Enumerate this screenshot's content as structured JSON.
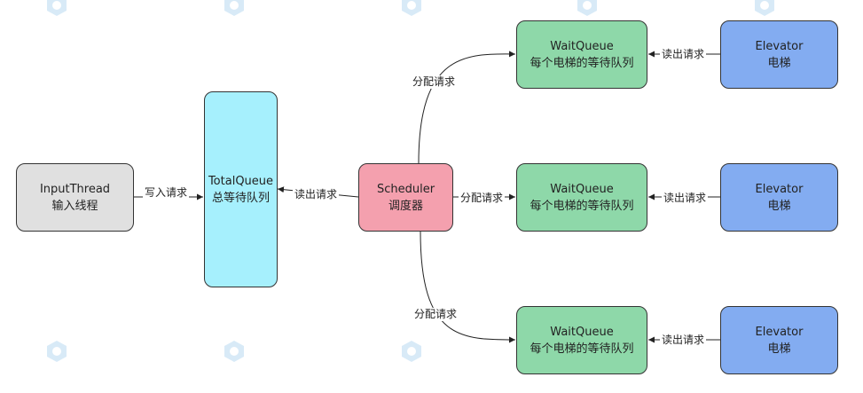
{
  "nodes": {
    "input_thread": {
      "line1": "InputThread",
      "line2": "输入线程"
    },
    "total_queue": {
      "line1": "TotalQueue",
      "line2": "总等待队列"
    },
    "scheduler": {
      "line1": "Scheduler",
      "line2": "调度器"
    },
    "wait_queue_top": {
      "line1": "WaitQueue",
      "line2": "每个电梯的等待队列"
    },
    "wait_queue_mid": {
      "line1": "WaitQueue",
      "line2": "每个电梯的等待队列"
    },
    "wait_queue_bot": {
      "line1": "WaitQueue",
      "line2": "每个电梯的等待队列"
    },
    "elevator_top": {
      "line1": "Elevator",
      "line2": "电梯"
    },
    "elevator_mid": {
      "line1": "Elevator",
      "line2": "电梯"
    },
    "elevator_bot": {
      "line1": "Elevator",
      "line2": "电梯"
    }
  },
  "edges": {
    "write_request": "写入请求",
    "read_request_scheduler": "读出请求",
    "assign_top": "分配请求",
    "assign_mid": "分配请求",
    "assign_bot": "分配请求",
    "read_request_top": "读出请求",
    "read_request_mid": "读出请求",
    "read_request_bot": "读出请求"
  },
  "colors": {
    "input_thread": "#e0e0e0",
    "total_queue": "#a6f0fd",
    "scheduler": "#f4a0ae",
    "wait_queue": "#8ed8a9",
    "elevator": "#83acf1",
    "edge": "#222222"
  }
}
